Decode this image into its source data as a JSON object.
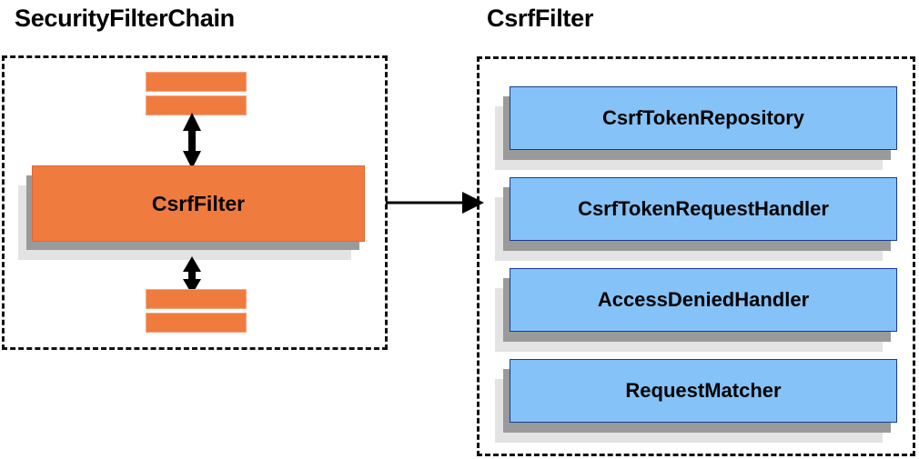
{
  "diagram": {
    "type": "component-relationship-diagram",
    "background_color": "#ffffff",
    "panels": [
      {
        "id": "security-filter-chain",
        "title": "SecurityFilterChain",
        "border_style": "dashed",
        "border_color": "#111111",
        "items": [
          {
            "id": "filter-bar-1",
            "label": "",
            "color": "#f07b3f",
            "shape": "bar"
          },
          {
            "id": "filter-bar-2",
            "label": "",
            "color": "#f07b3f",
            "shape": "bar"
          },
          {
            "id": "csrf-filter-block",
            "label": "CsrfFilter",
            "color": "#f07b3f",
            "shape": "block"
          },
          {
            "id": "filter-bar-3",
            "label": "",
            "color": "#f07b3f",
            "shape": "bar"
          },
          {
            "id": "filter-bar-4",
            "label": "",
            "color": "#f07b3f",
            "shape": "bar"
          }
        ]
      },
      {
        "id": "csrf-filter",
        "title": "CsrfFilter",
        "border_style": "dashed",
        "border_color": "#111111",
        "items": [
          {
            "id": "csrf-token-repository",
            "label": "CsrfTokenRepository",
            "color": "#85c2f7"
          },
          {
            "id": "csrf-token-request-handler",
            "label": "CsrfTokenRequestHandler",
            "color": "#85c2f7"
          },
          {
            "id": "access-denied-handler",
            "label": "AccessDeniedHandler",
            "color": "#85c2f7"
          },
          {
            "id": "request-matcher",
            "label": "RequestMatcher",
            "color": "#85c2f7"
          }
        ]
      }
    ],
    "connectors": [
      {
        "id": "chain-up-arrow",
        "style": "double-headed-vertical",
        "color": "#000000"
      },
      {
        "id": "chain-down-arrow",
        "style": "double-headed-vertical",
        "color": "#000000"
      },
      {
        "id": "expand-arrow",
        "style": "single-headed-horizontal",
        "color": "#000000",
        "from": "security-filter-chain",
        "to": "csrf-filter"
      }
    ],
    "colors": {
      "orange": "#f07b3f",
      "orange_border": "#e2673a",
      "orange_light_border": "#f7a681",
      "blue": "#85c2f7",
      "blue_border": "#1a3a8f",
      "shadow_dark": "#9a9a9a",
      "shadow_light": "#e3e3e3",
      "text": "#000000"
    }
  }
}
